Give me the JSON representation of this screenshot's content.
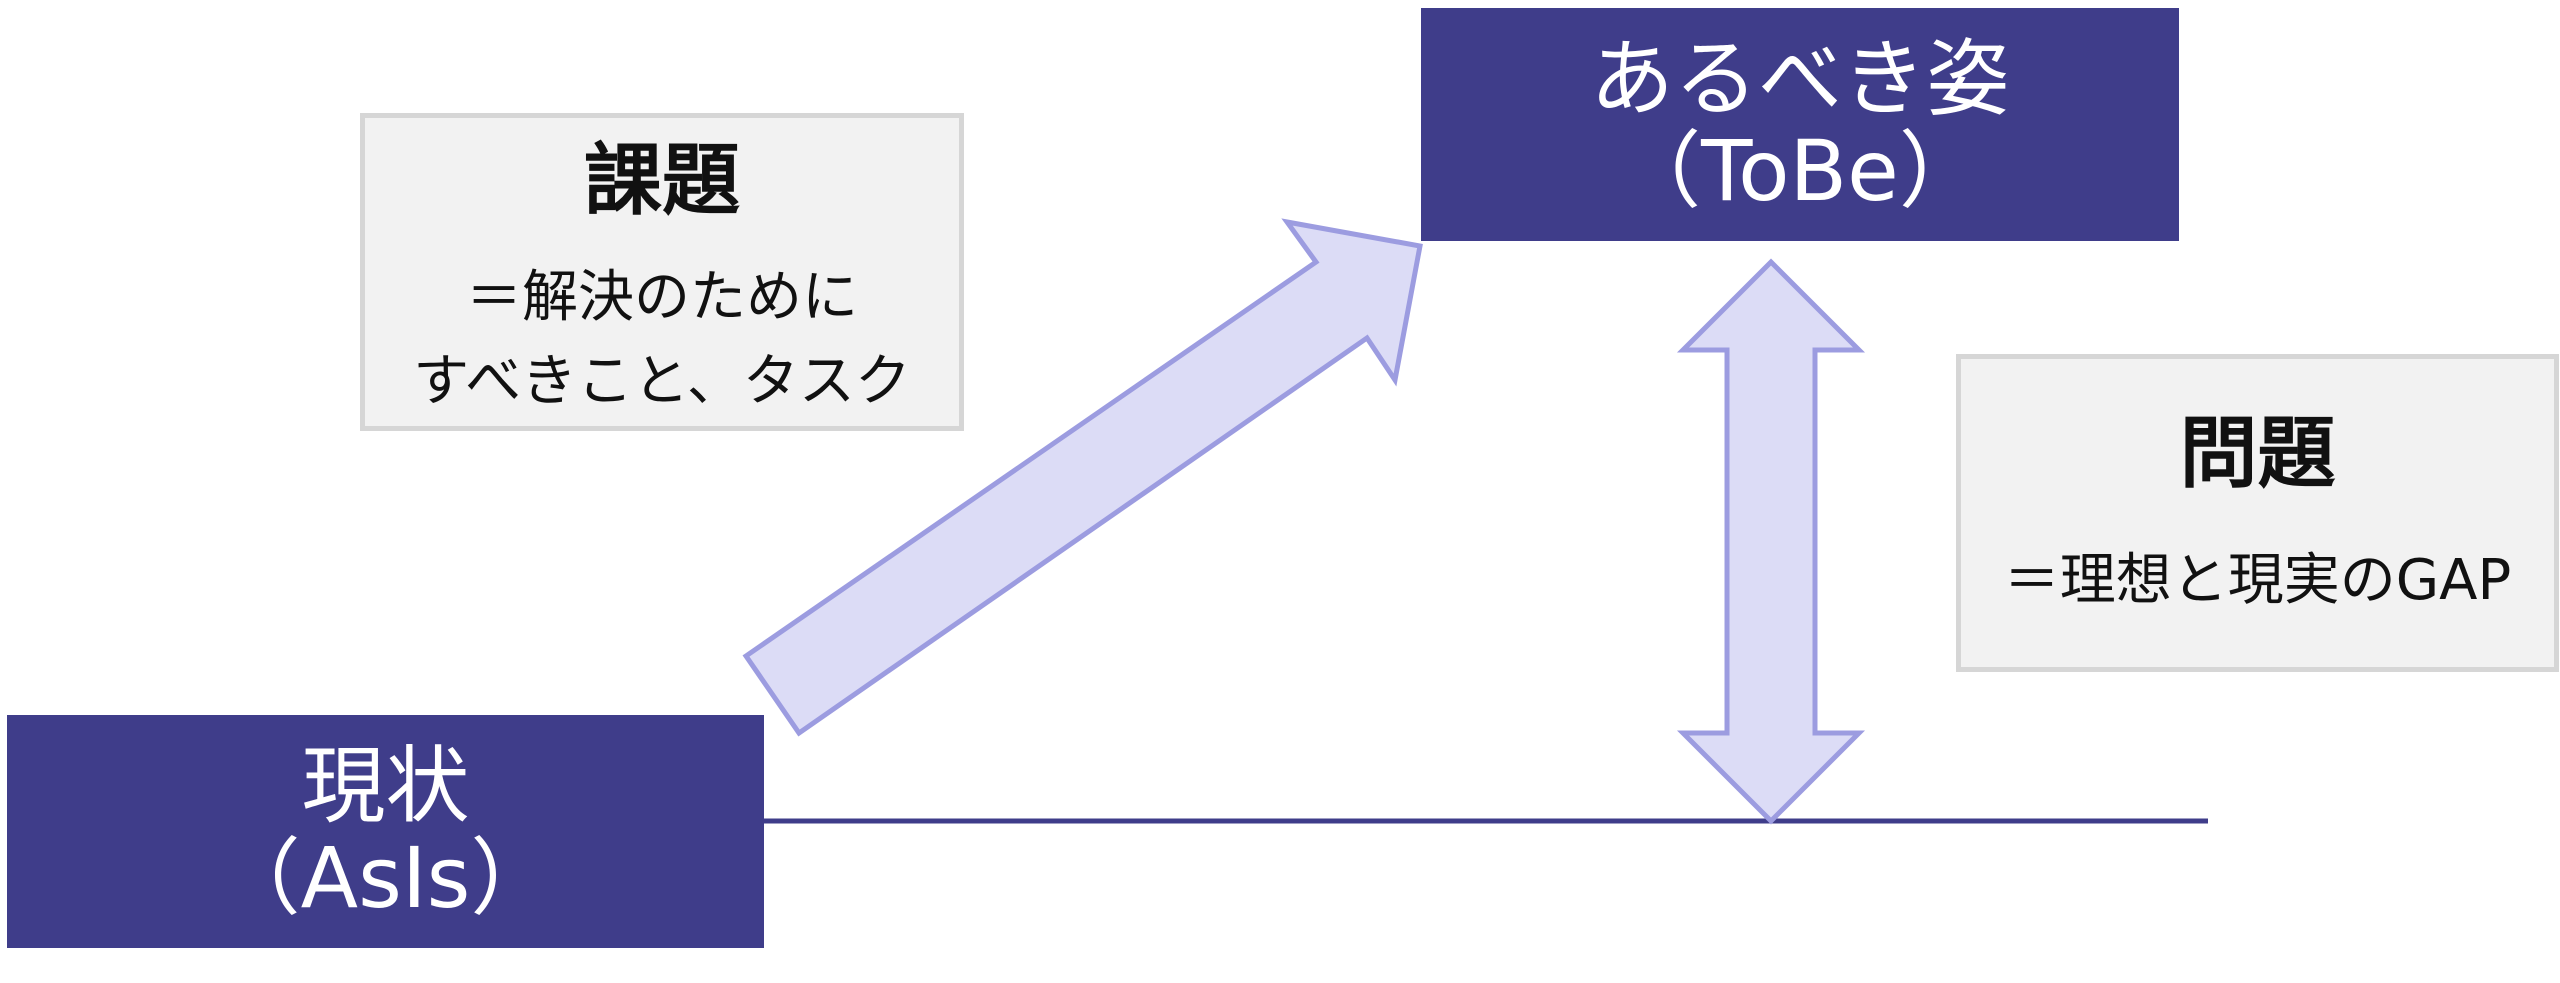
{
  "diagram": {
    "current_state": {
      "line1": "現状",
      "line2": "（AsIs）"
    },
    "ideal_state": {
      "line1": "あるべき姿",
      "line2": "（ToBe）"
    },
    "task_box": {
      "title": "課題",
      "description": "＝解決のために\nすべきこと、タスク"
    },
    "problem_box": {
      "title": "問題",
      "description": "＝理想と現実のGAP"
    },
    "colors": {
      "dark_box": "#3f3d8a",
      "arrow_fill": "#dcdcf6",
      "arrow_stroke": "#9c9ce0",
      "light_box": "#f2f2f2",
      "light_border": "#d6d6d6"
    }
  }
}
